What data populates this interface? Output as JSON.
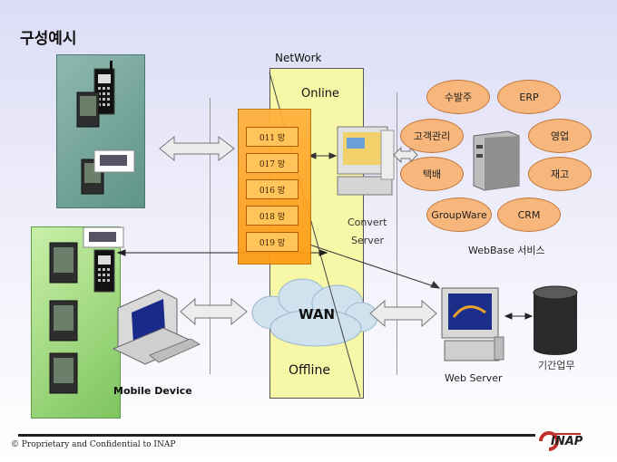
{
  "title": "구성예시",
  "network": {
    "label": "NetWork",
    "online": "Online",
    "offline": "Offline",
    "wan": "WAN",
    "carriers": [
      "011 망",
      "017 망",
      "016 망",
      "018 망",
      "019 망"
    ]
  },
  "convert_server": {
    "line1": "Convert",
    "line2": "Server"
  },
  "services": {
    "items": [
      "수발주",
      "ERP",
      "고객관리",
      "영업",
      "택배",
      "재고",
      "GroupWare",
      "CRM"
    ],
    "label": "WebBase 서비스"
  },
  "web_server": {
    "label": "Web Server"
  },
  "database": {
    "label": "기간업무"
  },
  "mobile_device": {
    "label": "Mobile Device"
  },
  "footer": {
    "text": "© Proprietary and Confidential to INAP",
    "logo_text": "INAP"
  },
  "colors": {
    "orange": "#ff9a10",
    "oval": "#f7b77c",
    "yellow": "#f7f7a8",
    "wan_cloud": "#cfe2ee"
  }
}
